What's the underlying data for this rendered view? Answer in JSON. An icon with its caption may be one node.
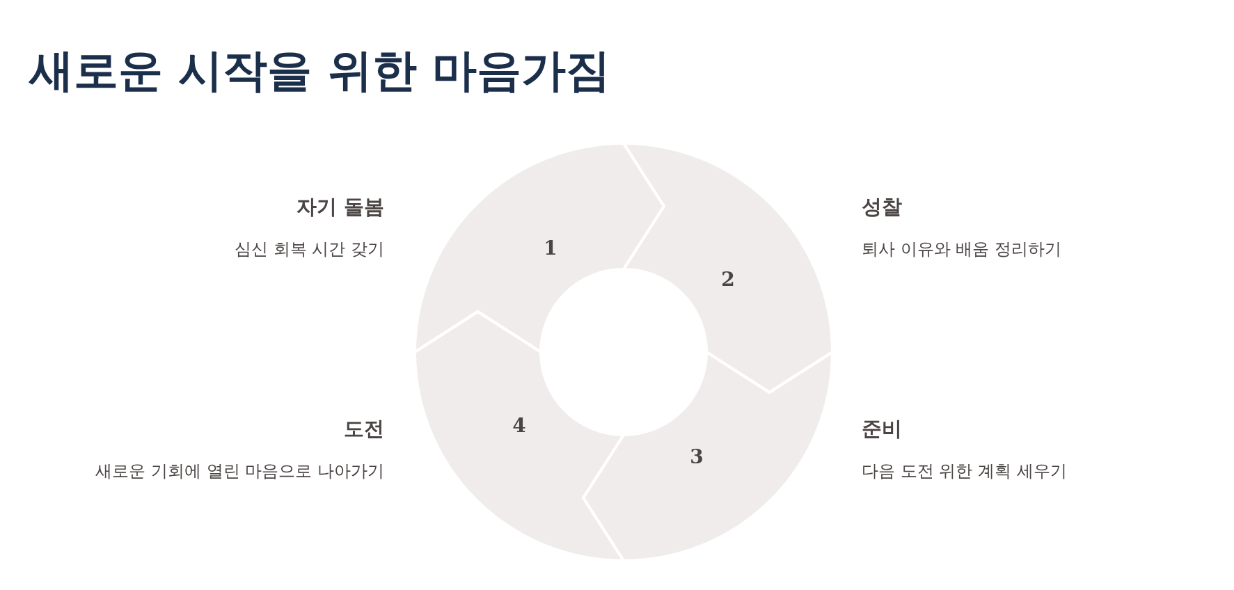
{
  "diagram": {
    "title": "새로운 시작을 위한 마음가짐",
    "nodes": [
      {
        "text": [
          "1"
        ],
        "beside": [
          "자기 돌봄",
          "심신 회복 시간 갖기"
        ]
      },
      {
        "text": [
          "2"
        ],
        "beside": [
          "성찰",
          "퇴사 이유와 배움 정리하기"
        ]
      },
      {
        "text": [
          "3"
        ],
        "beside": [
          "준비",
          "다음 도전 위한 계획 세우기"
        ]
      },
      {
        "text": [
          "4"
        ],
        "beside": [
          "도전",
          "새로운 기회에 열린 마음으로 나아가기"
        ]
      }
    ],
    "edges": []
  }
}
